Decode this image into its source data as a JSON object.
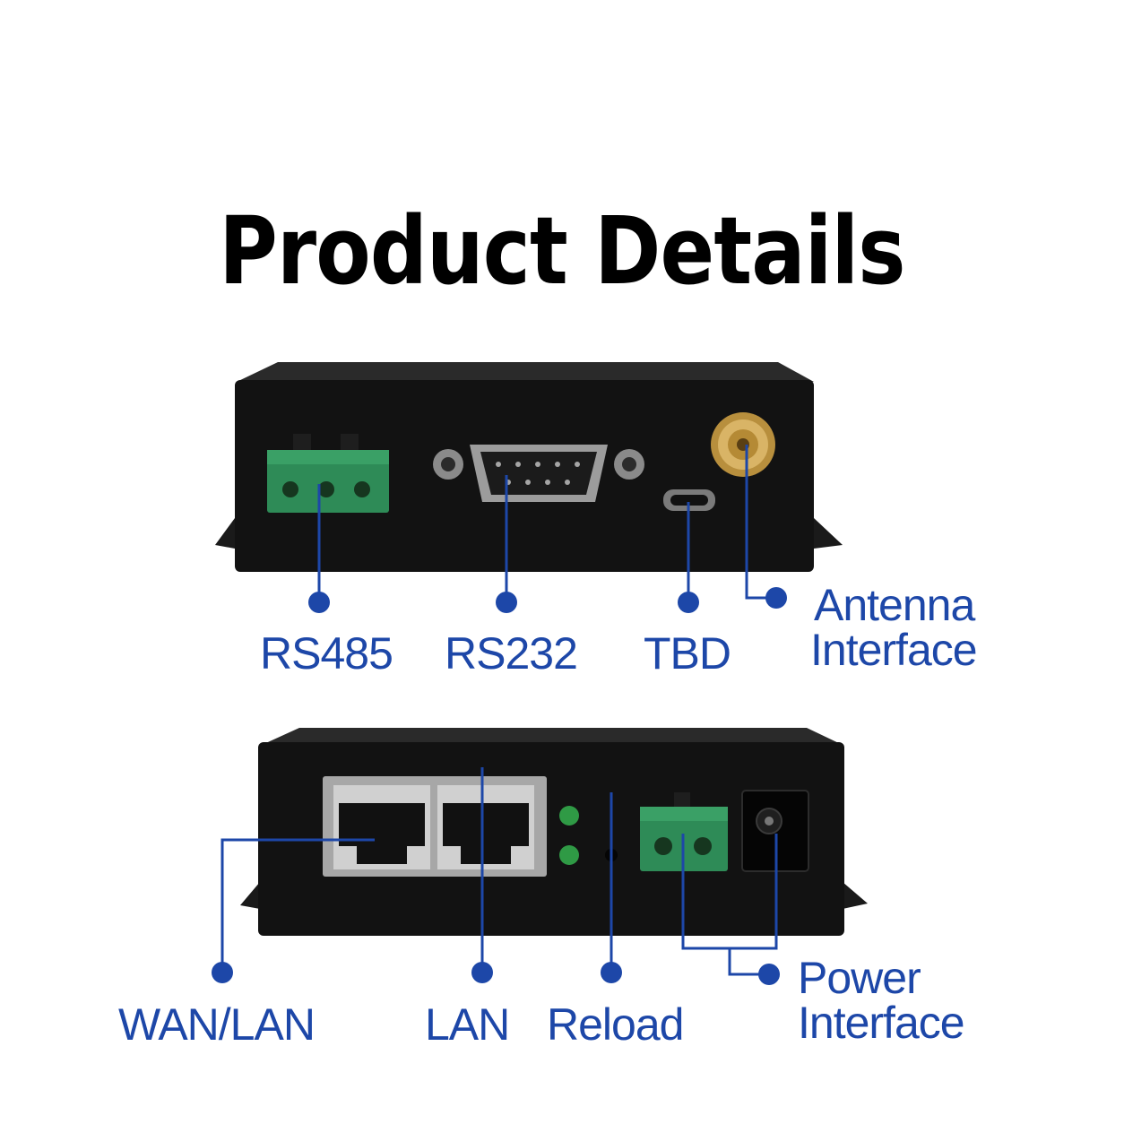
{
  "title": "Product Details",
  "colors": {
    "label_blue": "#1d47a8",
    "device_black": "#121212",
    "terminal_green": "#2e8b57",
    "antenna_gold": "#c9a24a",
    "led_green": "#2f9a45"
  },
  "front_panel": {
    "labels": {
      "rs485": "RS485",
      "rs232": "RS232",
      "tbd": "TBD",
      "antenna_line1": "Antenna",
      "antenna_line2": "Interface"
    }
  },
  "back_panel": {
    "labels": {
      "wan_lan": "WAN/LAN",
      "lan": "LAN",
      "reload": "Reload",
      "power_line1": "Power",
      "power_line2": "Interface"
    }
  },
  "icons": [
    "terminal-block-icon",
    "db9-connector-icon",
    "micro-usb-icon",
    "sma-antenna-icon",
    "rj45-port-icon",
    "led-icon",
    "reset-button-icon",
    "dc-jack-icon"
  ]
}
